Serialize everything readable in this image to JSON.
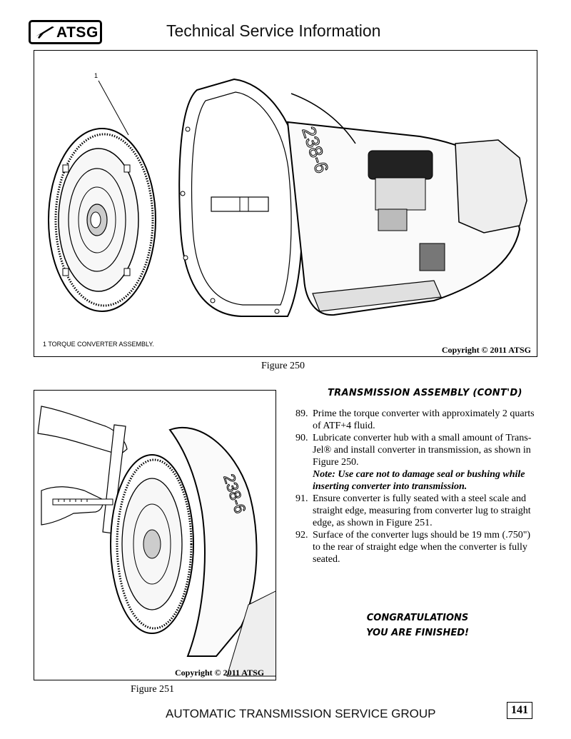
{
  "header": {
    "logo_text": "ATSG",
    "title": "Technical Service Information"
  },
  "figure250": {
    "callout_number": "1",
    "callout_legend": "1  TORQUE CONVERTER ASSEMBLY.",
    "copyright": "Copyright © 2011 ATSG",
    "caption": "Figure 250"
  },
  "figure251": {
    "copyright": "Copyright © 2011 ATSG",
    "caption": "Figure 251"
  },
  "section": {
    "heading": "TRANSMISSION ASSEMBLY (CONT'D)",
    "steps": [
      {
        "num": "89.",
        "text": "Prime the torque converter with approximately 2 quarts of ATF+4 fluid."
      },
      {
        "num": "90.",
        "text": "Lubricate converter hub with a small amount of Trans-Jel® and install converter in transmission, as shown in Figure 250.",
        "note": "Note: Use care not to damage seal or bushing while inserting converter into transmission."
      },
      {
        "num": "91.",
        "text": "Ensure converter is fully seated with a steel scale and straight edge, measuring from converter lug to straight edge, as shown in Figure 251."
      },
      {
        "num": "92.",
        "text": "Surface of the converter lugs should be 19 mm (.750\") to the rear of straight edge when the converter is fully seated."
      }
    ],
    "congrats_line1": "CONGRATULATIONS",
    "congrats_line2": "YOU ARE FINISHED!"
  },
  "footer": {
    "org": "AUTOMATIC TRANSMISSION SERVICE GROUP",
    "page_number": "141"
  }
}
